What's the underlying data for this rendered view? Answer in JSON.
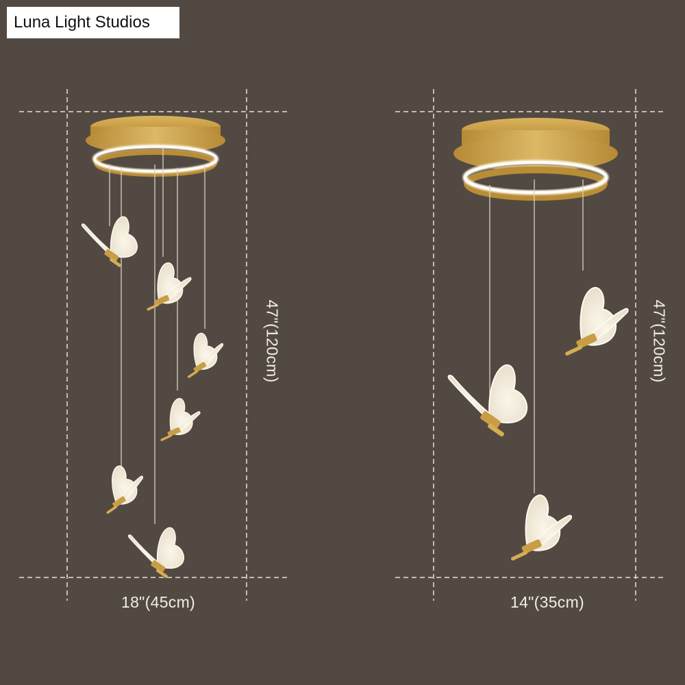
{
  "brand": {
    "label": "Luna Light Studios"
  },
  "colors": {
    "background": "#524a42",
    "guide_line": "#e8e2d8",
    "gold": "#c9a04a",
    "gold_light": "#e2c06e",
    "led_ring": "#fffaf0",
    "wing": "#f3ede0",
    "label_text": "#f2ede4"
  },
  "products": [
    {
      "name": "left-lamp-6-butterflies",
      "width_label": "18\"(45cm)",
      "height_label": "47\"(120cm)",
      "butterfly_count": 6
    },
    {
      "name": "right-lamp-3-butterflies",
      "width_label": "14\"(35cm)",
      "height_label": "47\"(120cm)",
      "butterfly_count": 3
    }
  ]
}
